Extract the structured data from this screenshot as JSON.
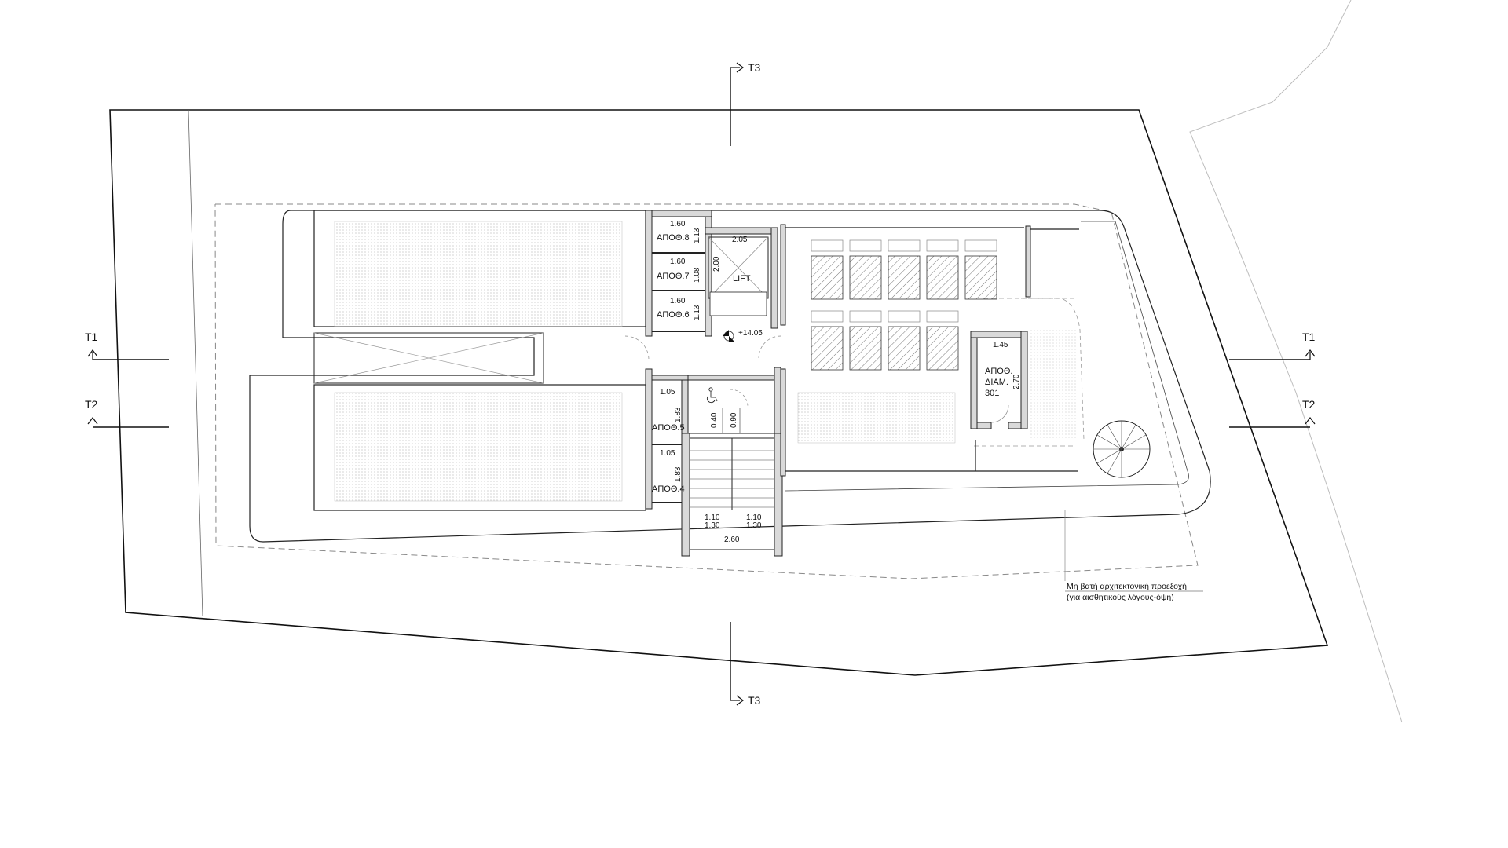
{
  "drawing": {
    "section_markers": {
      "t1": "T1",
      "t2": "T2",
      "t3": "T3"
    },
    "elevation": "+14.05",
    "rooms": {
      "apoth8": "ΑΠΟΘ.8",
      "apoth7": "ΑΠΟΘ.7",
      "apoth6": "ΑΠΟΘ.6",
      "apoth5": "ΑΠΟΘ.5",
      "apoth4": "ΑΠΟΘ.4",
      "lift": "LIFT",
      "storage_301_line1": "ΑΠΟΘ.",
      "storage_301_line2": "ΔΙΑΜ.",
      "storage_301_line3": "301"
    },
    "dimensions": {
      "apoth8_w": "1.60",
      "apoth8_h": "1.13",
      "apoth7_w": "1.60",
      "apoth7_h": "1.08",
      "apoth6_w": "1.60",
      "apoth6_h": "1.13",
      "apoth5_w": "1.05",
      "apoth5_h": "1.83",
      "apoth4_w": "1.05",
      "apoth4_h": "1.83",
      "lift_w": "2.05",
      "lift_h": "2.00",
      "wc_a": "0.40",
      "wc_b": "0.90",
      "stair_left_1": "1.10",
      "stair_left_2": "1.30",
      "stair_right_1": "1.10",
      "stair_right_2": "1.30",
      "stair_total": "2.60",
      "storage_301_w": "1.45",
      "storage_301_h": "2.70"
    },
    "annotation": {
      "line1": "Μη βατή αρχιτεκτονική προεξοχή",
      "line2": "(για αισθητικούς λόγους-όψη)"
    }
  }
}
